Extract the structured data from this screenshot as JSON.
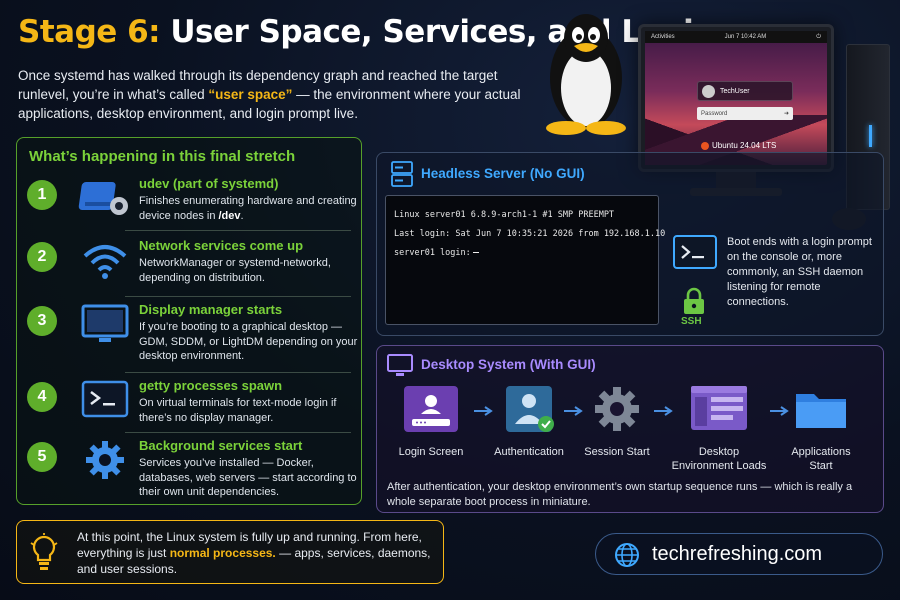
{
  "header": {
    "title_stage": "Stage 6:",
    "title_rest": "User Space, Services, and Login",
    "intro_pre": "Once systemd has walked through its dependency graph and reached the target runlevel, you’re in what’s called ",
    "intro_highlight": "“user space”",
    "intro_post": " — the environment where your actual applications, desktop environment, and login prompt live."
  },
  "monitor": {
    "activities": "Activities",
    "clock": "Jun 7  10:42 AM",
    "user_name": "TechUser",
    "password_placeholder": "Password",
    "os_label": "Ubuntu 24.04 LTS"
  },
  "stretch": {
    "title": "What’s happening in this final stretch",
    "steps": [
      {
        "num": "1",
        "title": "udev (part of systemd)",
        "body_pre": "Finishes enumerating hardware and creating device nodes in ",
        "body_strong": "/dev",
        "body_post": ".",
        "icon": "hard-drive-gear-icon"
      },
      {
        "num": "2",
        "title": "Network services come up",
        "body": "NetworkManager or systemd-networkd, depending on distribution.",
        "icon": "wifi-icon"
      },
      {
        "num": "3",
        "title": "Display manager starts",
        "body": "If you’re booting to a graphical desktop — GDM, SDDM, or LightDM depending on your desktop environment.",
        "icon": "monitor-icon"
      },
      {
        "num": "4",
        "title": "getty processes spawn",
        "body": "On virtual terminals for text-mode login if there’s no display manager.",
        "icon": "terminal-icon"
      },
      {
        "num": "5",
        "title": "Background services start",
        "body": "Services you’ve installed — Docker, databases, web servers — start according to their own unit dependencies.",
        "icon": "gear-icon"
      }
    ]
  },
  "headless": {
    "title": "Headless Server (No GUI)",
    "terminal_lines": [
      "Linux server01 6.8.9-arch1-1 #1 SMP PREEMPT",
      "Last login: Sat Jun 7 10:35:21 2026 from 192.168.1.10",
      "server01 login:"
    ],
    "ssh_label": "SSH",
    "description": "Boot ends with a login prompt on the console or, more commonly, an SSH daemon listening for remote connections."
  },
  "desktop": {
    "title": "Desktop System (With GUI)",
    "flow": [
      {
        "label": "Login Screen",
        "icon": "login-screen-icon"
      },
      {
        "label": "Authentication",
        "icon": "user-check-icon"
      },
      {
        "label": "Session Start",
        "icon": "gear-icon"
      },
      {
        "label": "Desktop Environment Loads",
        "icon": "desktop-window-icon"
      },
      {
        "label": "Applications Start",
        "icon": "folder-icon"
      }
    ],
    "description": "After authentication, your desktop environment’s own startup sequence runs — which is really a whole separate boot process in miniature."
  },
  "footer": {
    "line_pre": "At this point, the Linux system is fully up and running. From here, everything is just ",
    "highlight": "normal processes.",
    "line_post": " — apps, services, daemons, and user sessions.",
    "site": "techrefreshing.com"
  },
  "colors": {
    "accent_yellow": "#f5b716",
    "accent_green": "#7bd23a",
    "accent_blue": "#3fa9ff",
    "accent_purple": "#a98bff"
  }
}
